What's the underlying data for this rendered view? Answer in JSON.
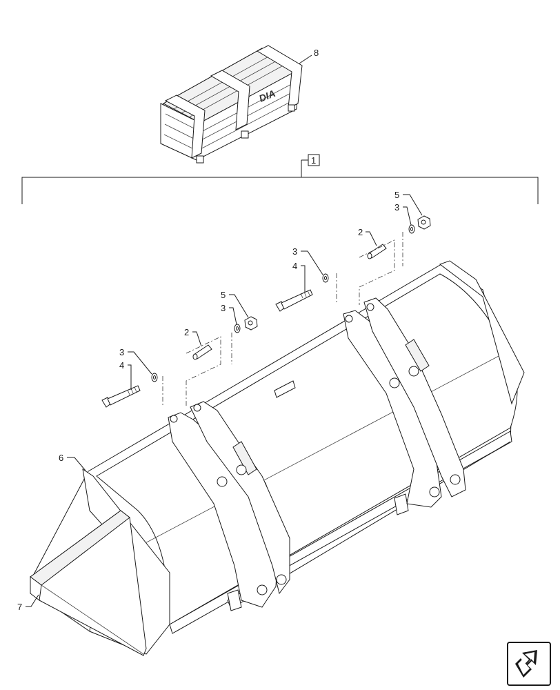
{
  "crate": {
    "stencil": "DIA"
  },
  "callouts": {
    "c8": "8",
    "c1": "1",
    "c5a": "5",
    "c3a": "3",
    "c2a": "2",
    "c3b": "3",
    "c4a": "4",
    "c5b": "5",
    "c3c": "3",
    "c2b": "2",
    "c3d": "3",
    "c4b": "4",
    "c6": "6",
    "c7": "7"
  },
  "nav": {
    "icon": "next-page-arrow-icon"
  }
}
